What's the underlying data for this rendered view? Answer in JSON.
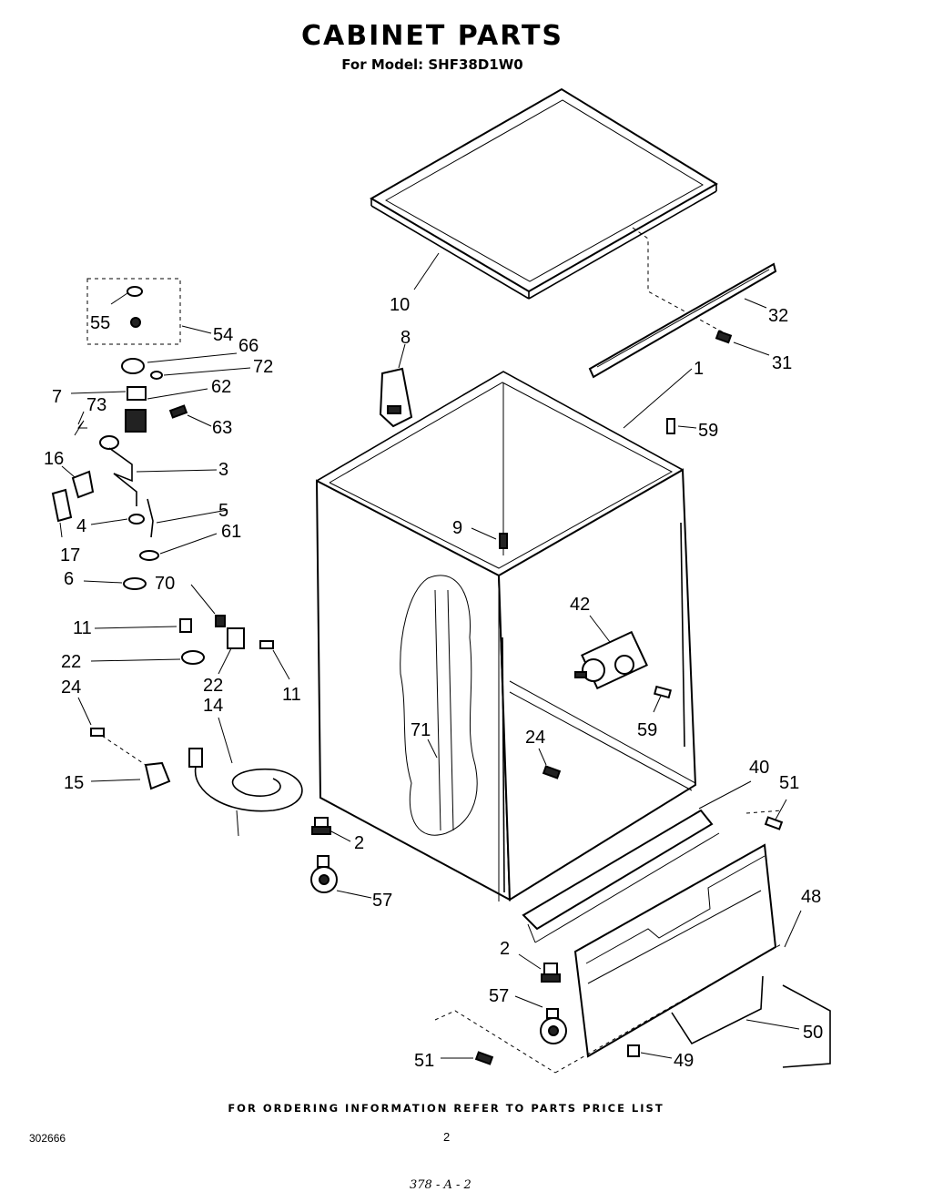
{
  "header": {
    "title": "CABINET PARTS",
    "model_line": "For Model: SHF38D1W0"
  },
  "footer": {
    "ordering_note": "FOR ORDERING INFORMATION REFER TO PARTS PRICE LIST",
    "document_number": "302666",
    "page_number": "2",
    "handwritten_note": "378 - A - 2"
  },
  "callouts": [
    "1",
    "2",
    "2",
    "3",
    "4",
    "5",
    "6",
    "7",
    "8",
    "9",
    "10",
    "11",
    "11",
    "14",
    "15",
    "16",
    "17",
    "22",
    "22",
    "24",
    "24",
    "31",
    "32",
    "40",
    "42",
    "48",
    "49",
    "50",
    "51",
    "51",
    "54",
    "55",
    "57",
    "57",
    "59",
    "59",
    "61",
    "62",
    "63",
    "66",
    "70",
    "71",
    "72",
    "73"
  ]
}
